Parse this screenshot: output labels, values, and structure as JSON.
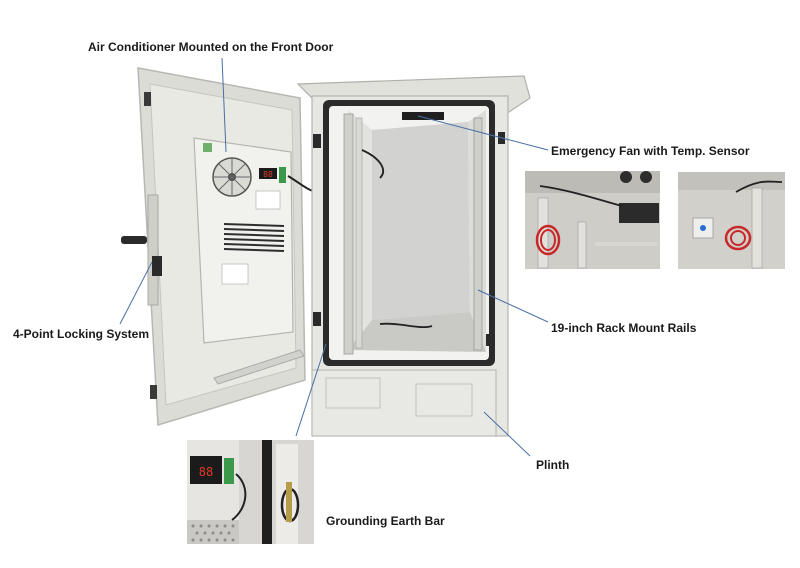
{
  "callouts": {
    "air_conditioner": "Air Conditioner Mounted on the Front Door",
    "emergency_fan": "Emergency Fan with Temp. Sensor",
    "locking_system": "4-Point Locking System",
    "rack_rails": "19-inch Rack Mount Rails",
    "plinth": "Plinth",
    "grounding_bar": "Grounding Earth Bar"
  },
  "ac_unit": {
    "display_reading": "88"
  },
  "inset_display": {
    "display_reading": "88"
  },
  "colors": {
    "cabinet_body": "#e6e6e2",
    "door_frame": "#d9d9d4",
    "gasket": "#2b2b2b",
    "display_bg": "#1b1b1b",
    "display_digits": "#e23a2a",
    "terminal_green": "#3a9a4a",
    "cable_red": "#c8282a",
    "leader_line": "#4a6fa5"
  }
}
